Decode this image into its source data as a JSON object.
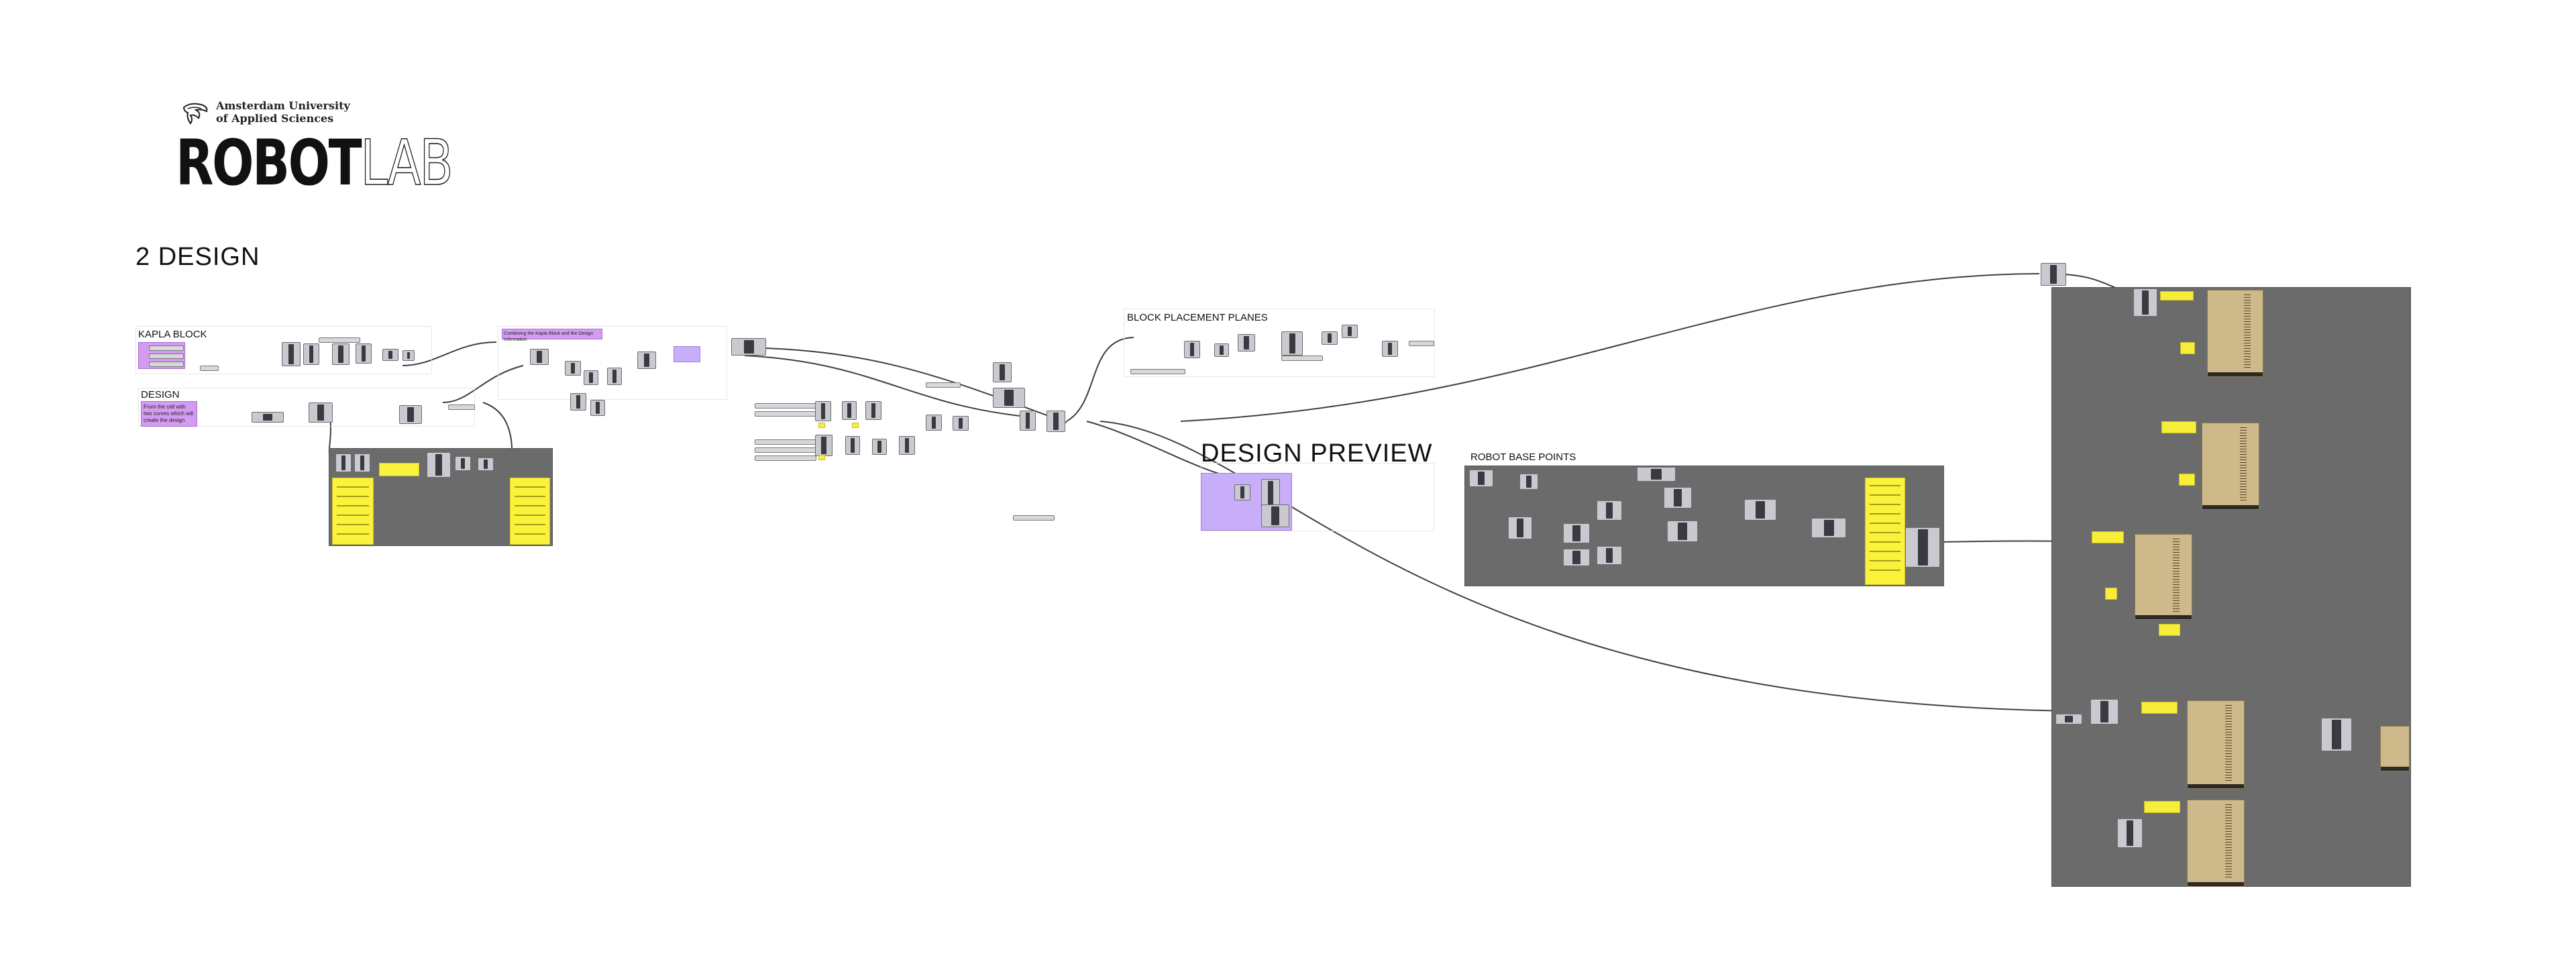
{
  "logo": {
    "university_line1": "Amsterdam University",
    "university_line2": "of Applied Sciences",
    "word_bold": "ROBOT",
    "word_outline": "LAB"
  },
  "section_title": "2 DESIGN",
  "groups": {
    "kapla_block": "KAPLA BLOCK",
    "design": "DESIGN",
    "block_placement_planes": "BLOCK PLACEMENT PLANES",
    "design_preview": "DESIGN PREVIEW",
    "robot_base_points": "ROBOT BASE POINTS"
  },
  "notes": {
    "design_note": "From the cell with two curves which will create the design",
    "combine_note": "Combining the Kapla Block and the Design information"
  },
  "colors": {
    "canvas": "#ffffff",
    "dark_group": "#6b6b6b",
    "component": "#c9c9cf",
    "panel_yellow": "#fbf23c",
    "note_purple": "#d59bf2",
    "robot_tan": "#cdb98a",
    "wire": "#3f3f3f"
  }
}
